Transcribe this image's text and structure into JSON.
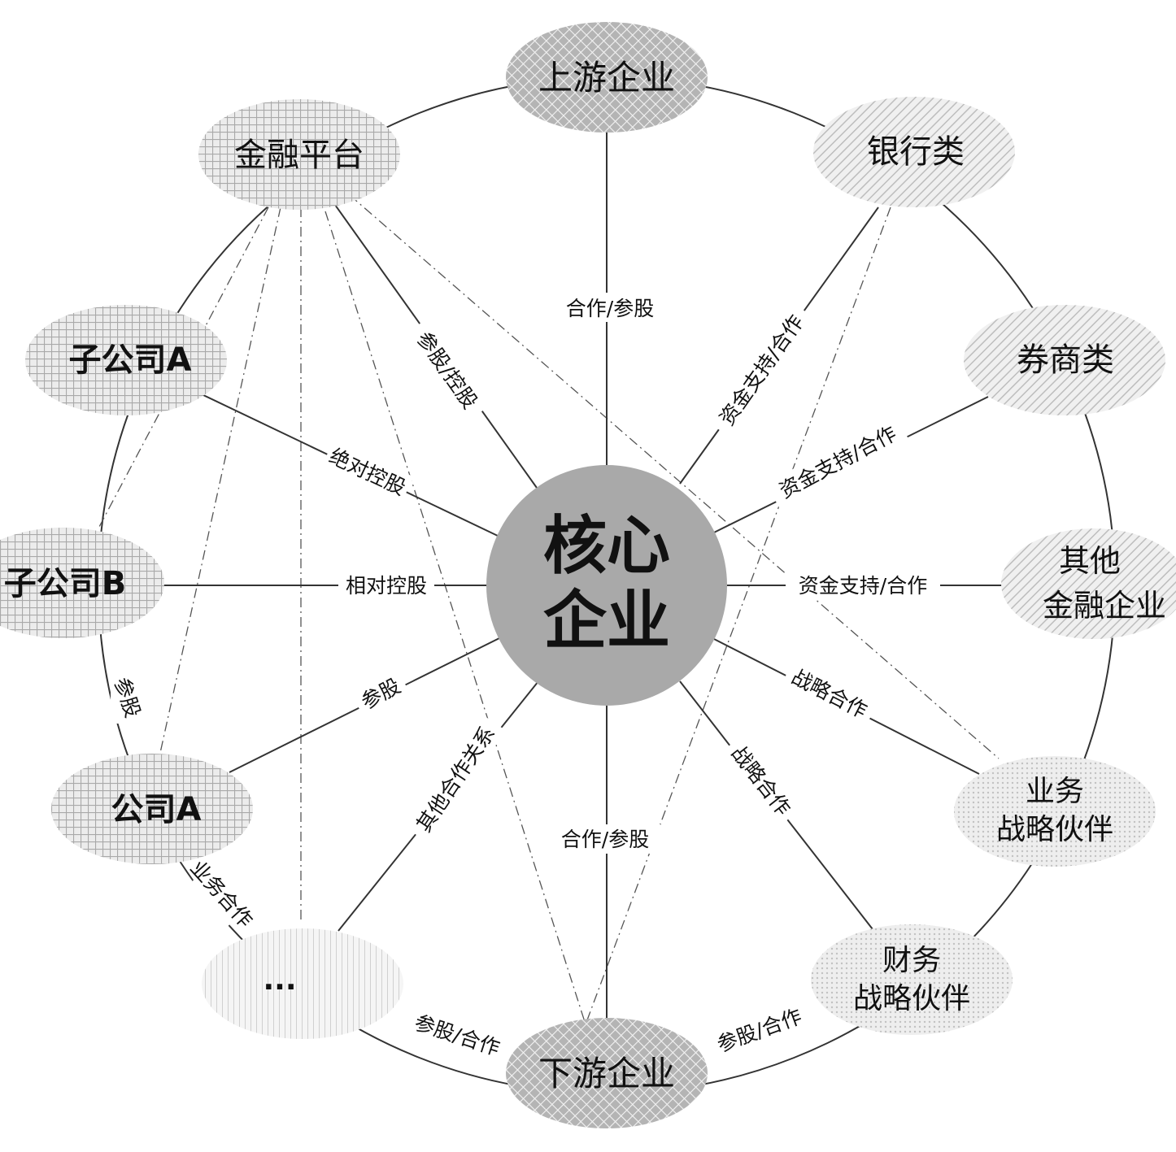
{
  "core": {
    "line1": "核心",
    "line2": "企业"
  },
  "nodes": {
    "upstream": "上游企业",
    "finance_platform": "金融平台",
    "banks": "银行类",
    "brokers": "券商类",
    "subsidiary_a": "子公司A",
    "subsidiary_b": "子公司B",
    "other_fin_1": "其他",
    "other_fin_2": "金融企业",
    "company_a": "公司A",
    "biz_partner_1": "业务",
    "biz_partner_2": "战略伙伴",
    "ellipsis": "···",
    "downstream": "下游企业",
    "fin_partner_1": "财务",
    "fin_partner_2": "战略伙伴"
  },
  "edges": {
    "upstream": "合作/参股",
    "finance_platform": "参股/控股",
    "banks": "资金支持/合作",
    "brokers": "资金支持/合作",
    "subsidiary_a": "绝对控股",
    "subsidiary_b": "相对控股",
    "other_fin": "资金支持/合作",
    "company_a": "参股",
    "other_coop": "其他合作关系",
    "downstream": "合作/参股",
    "fin_partner": "战略合作",
    "biz_partner": "战略合作",
    "ring_sub_b_company_a": "参股",
    "ring_company_a_ellipsis": "业务合作",
    "ring_ellipsis_downstream": "参股/合作",
    "ring_downstream_fin_partner": "参股/合作"
  }
}
